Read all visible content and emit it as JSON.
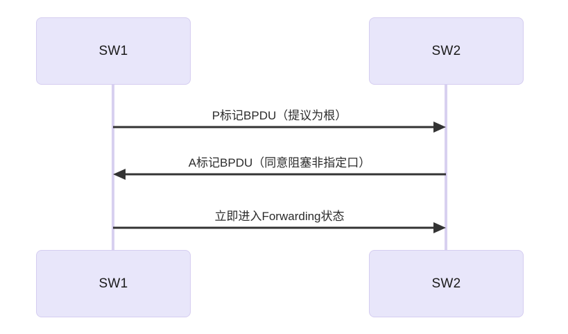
{
  "diagram": {
    "type": "sequence-diagram",
    "background_color": "#ffffff",
    "box_fill_color": "#e8e6fa",
    "box_border_color": "#d5cdf0",
    "lifeline_color": "#d8d0f0",
    "arrow_color": "#333333",
    "text_color": "#2b2b2b"
  },
  "participants": {
    "top": [
      {
        "id": "sw1",
        "label": "SW1"
      },
      {
        "id": "sw2",
        "label": "SW2"
      }
    ],
    "bottom": [
      {
        "id": "sw1",
        "label": "SW1"
      },
      {
        "id": "sw2",
        "label": "SW2"
      }
    ]
  },
  "messages": [
    {
      "index": 1,
      "label": "P标记BPDU（提议为根）",
      "from": "SW1",
      "to": "SW2",
      "direction": "right"
    },
    {
      "index": 2,
      "label": "A标记BPDU（同意阻塞非指定口）",
      "from": "SW2",
      "to": "SW1",
      "direction": "left"
    },
    {
      "index": 3,
      "label": "立即进入Forwarding状态",
      "from": "SW1",
      "to": "SW2",
      "direction": "right"
    }
  ]
}
